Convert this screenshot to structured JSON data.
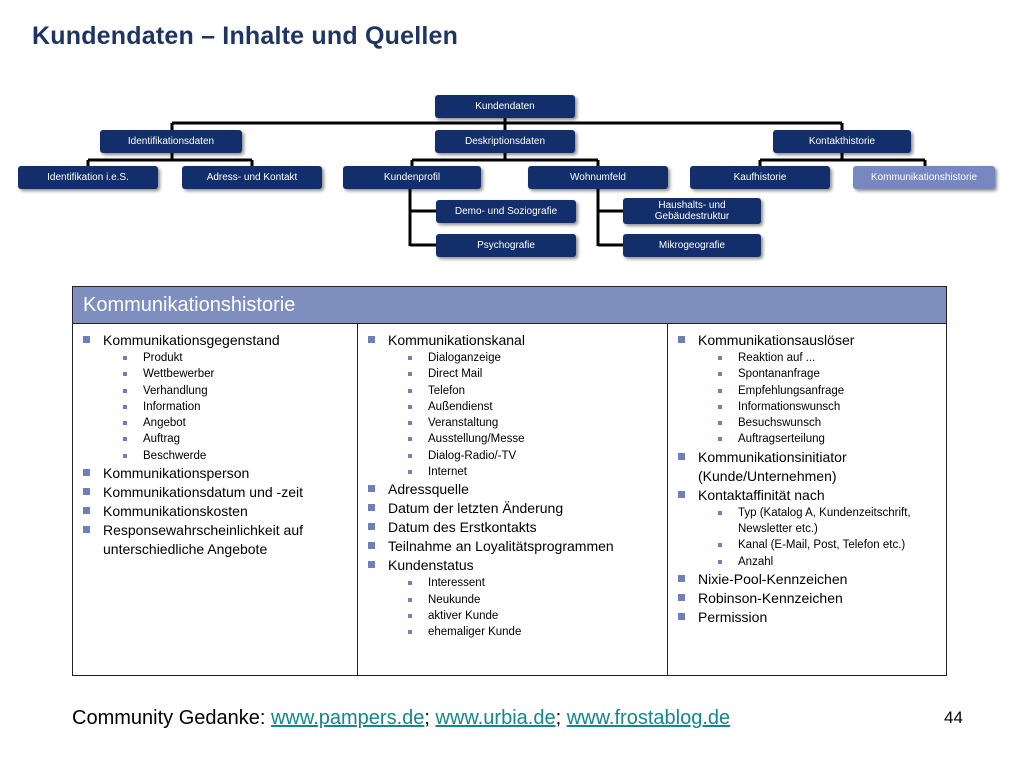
{
  "title": "Kundendaten – Inhalte und Quellen",
  "tree": {
    "root": "Kundendaten",
    "identifikationsdaten": "Identifikationsdaten",
    "deskriptionsdaten": "Deskriptionsdaten",
    "kontakthistorie": "Kontakthistorie",
    "identifikation_ies": "Identifikation i.e.S.",
    "adress_kontakt": "Adress- und Kontakt",
    "kundenprofil": "Kundenprofil",
    "wohnumfeld": "Wohnumfeld",
    "kaufhistorie": "Kaufhistorie",
    "kommunikationshistorie": "Kommunikationshistorie",
    "demo_soziografie": "Demo- und Soziografie",
    "psychografie": "Psychografie",
    "haushalts_struktur": "Haushalts- und Gebäudestruktur",
    "mikrogeografie": "Mikrogeografie"
  },
  "panel": {
    "header": "Kommunikationshistorie",
    "col1": [
      {
        "text": "Kommunikationsgegenstand",
        "level": 1
      },
      {
        "text": "Produkt",
        "level": 2
      },
      {
        "text": "Wettbewerber",
        "level": 2
      },
      {
        "text": "Verhandlung",
        "level": 2
      },
      {
        "text": "Information",
        "level": 2
      },
      {
        "text": "Angebot",
        "level": 2
      },
      {
        "text": "Auftrag",
        "level": 2
      },
      {
        "text": "Beschwerde",
        "level": 2
      },
      {
        "text": "Kommunikationsperson",
        "level": 1
      },
      {
        "text": "Kommunikationsdatum und -zeit",
        "level": 1
      },
      {
        "text": "Kommunikationskosten",
        "level": 1
      },
      {
        "text": "Responsewahrscheinlichkeit auf unterschiedliche Angebote",
        "level": 1
      }
    ],
    "col2": [
      {
        "text": "Kommunikationskanal",
        "level": 1
      },
      {
        "text": "Dialoganzeige",
        "level": 2
      },
      {
        "text": "Direct Mail",
        "level": 2
      },
      {
        "text": "Telefon",
        "level": 2
      },
      {
        "text": "Außendienst",
        "level": 2
      },
      {
        "text": "Veranstaltung",
        "level": 2
      },
      {
        "text": "Ausstellung/Messe",
        "level": 2
      },
      {
        "text": "Dialog-Radio/-TV",
        "level": 2
      },
      {
        "text": "Internet",
        "level": 2
      },
      {
        "text": "Adressquelle",
        "level": 1
      },
      {
        "text": "Datum der letzten Änderung",
        "level": 1
      },
      {
        "text": "Datum des Erstkontakts",
        "level": 1
      },
      {
        "text": "Teilnahme an Loyalitätsprogrammen",
        "level": 1
      },
      {
        "text": "Kundenstatus",
        "level": 1
      },
      {
        "text": "Interessent",
        "level": 2
      },
      {
        "text": "Neukunde",
        "level": 2
      },
      {
        "text": "aktiver Kunde",
        "level": 2
      },
      {
        "text": "ehemaliger Kunde",
        "level": 2
      }
    ],
    "col3": [
      {
        "text": "Kommunikationsauslöser",
        "level": 1
      },
      {
        "text": "Reaktion auf ...",
        "level": 2
      },
      {
        "text": "Spontananfrage",
        "level": 2
      },
      {
        "text": "Empfehlungsanfrage",
        "level": 2
      },
      {
        "text": "Informationswunsch",
        "level": 2
      },
      {
        "text": "Besuchswunsch",
        "level": 2
      },
      {
        "text": "Auftragserteilung",
        "level": 2
      },
      {
        "text": "Kommunikationsinitiator (Kunde/Unternehmen)",
        "level": 1
      },
      {
        "text": "Kontaktaffinität nach",
        "level": 1
      },
      {
        "text": "Typ (Katalog A, Kundenzeitschrift, Newsletter etc.)",
        "level": 2
      },
      {
        "text": "Kanal (E-Mail, Post, Telefon etc.)",
        "level": 2
      },
      {
        "text": "Anzahl",
        "level": 2
      },
      {
        "text": "Nixie-Pool-Kennzeichen",
        "level": 1
      },
      {
        "text": "Robinson-Kennzeichen",
        "level": 1
      },
      {
        "text": "Permission",
        "level": 1
      }
    ]
  },
  "footer": {
    "prefix": "Community Gedanke: ",
    "link1": "www.pampers.de",
    "sep1": "; ",
    "link2": "www.urbia.de",
    "sep2": "; ",
    "link3": "www.frostablog.de"
  },
  "page_number": "44"
}
